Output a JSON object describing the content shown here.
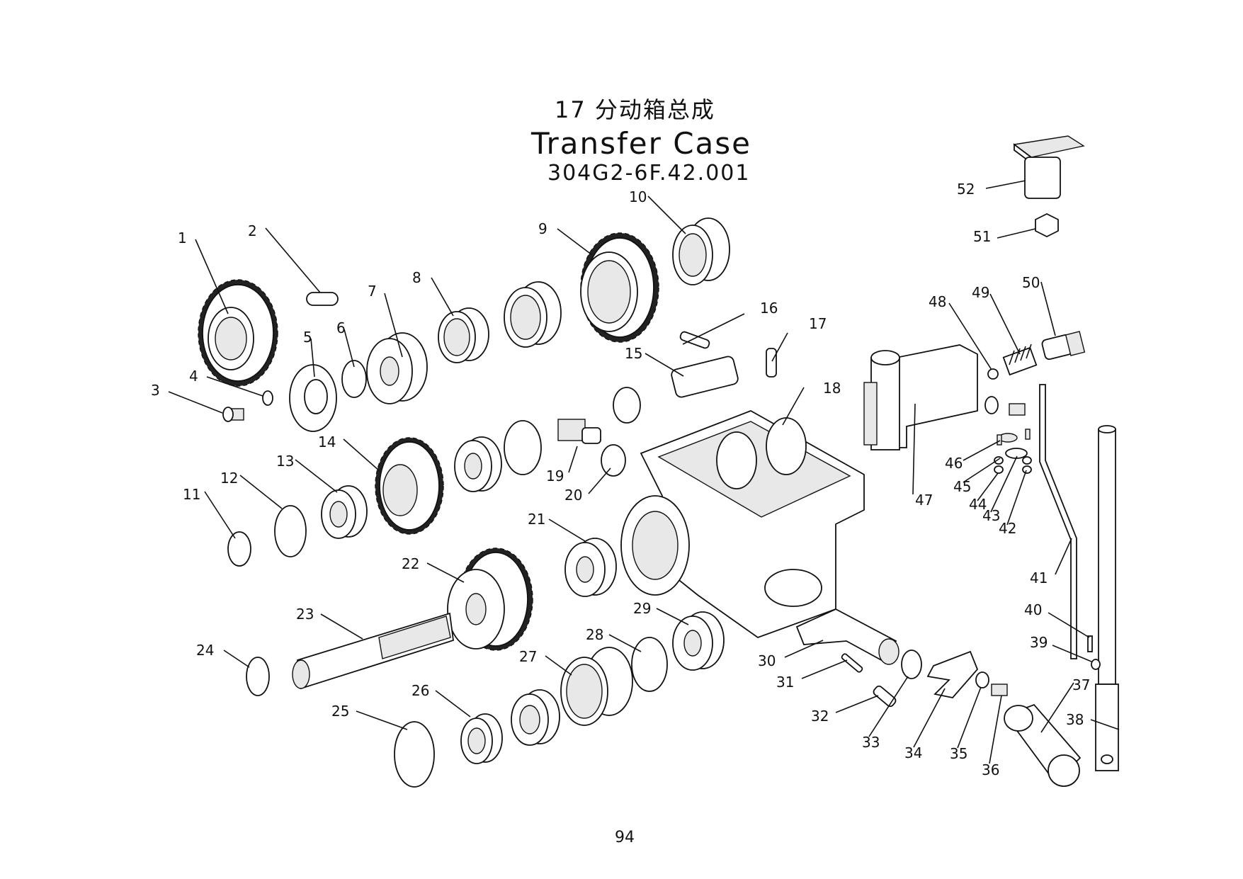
{
  "header": {
    "title_cn": "17 分动箱总成",
    "title_en": "Transfer Case",
    "part_number": "304G2-6F.42.001"
  },
  "page_number": "94",
  "callouts": [
    "1",
    "2",
    "3",
    "4",
    "5",
    "6",
    "7",
    "8",
    "9",
    "10",
    "11",
    "12",
    "13",
    "14",
    "15",
    "16",
    "17",
    "18",
    "19",
    "20",
    "21",
    "22",
    "23",
    "24",
    "25",
    "26",
    "27",
    "28",
    "29",
    "30",
    "31",
    "32",
    "33",
    "34",
    "35",
    "36",
    "37",
    "38",
    "39",
    "40",
    "41",
    "42",
    "43",
    "44",
    "45",
    "46",
    "47",
    "48",
    "49",
    "50",
    "51",
    "52"
  ]
}
